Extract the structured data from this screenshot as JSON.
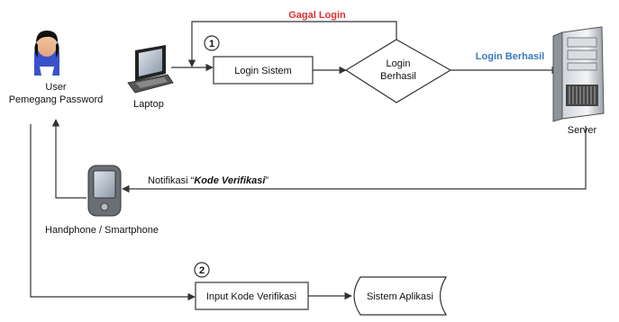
{
  "nodes": {
    "user": [
      "User",
      "Pemegang Password"
    ],
    "laptop": "Laptop",
    "login_sistem": "Login Sistem",
    "decision": [
      "Login",
      "Berhasil"
    ],
    "server": "Server",
    "handphone": "Handphone / Smartphone",
    "input_kode": "Input Kode Verifikasi",
    "sistem_aplikasi": "Sistem Aplikasi"
  },
  "edges": {
    "gagal_login": "Gagal Login",
    "login_berhasil": "Login Berhasil",
    "notifikasi_prefix": "Notifikasi “",
    "notifikasi_emph": "Kode Verifikasi",
    "notifikasi_suffix": "”"
  },
  "steps": {
    "step1": "1",
    "step2": "2"
  },
  "colors": {
    "gagal": "#e03030",
    "berhasil": "#3a78c2",
    "line": "#333333"
  }
}
